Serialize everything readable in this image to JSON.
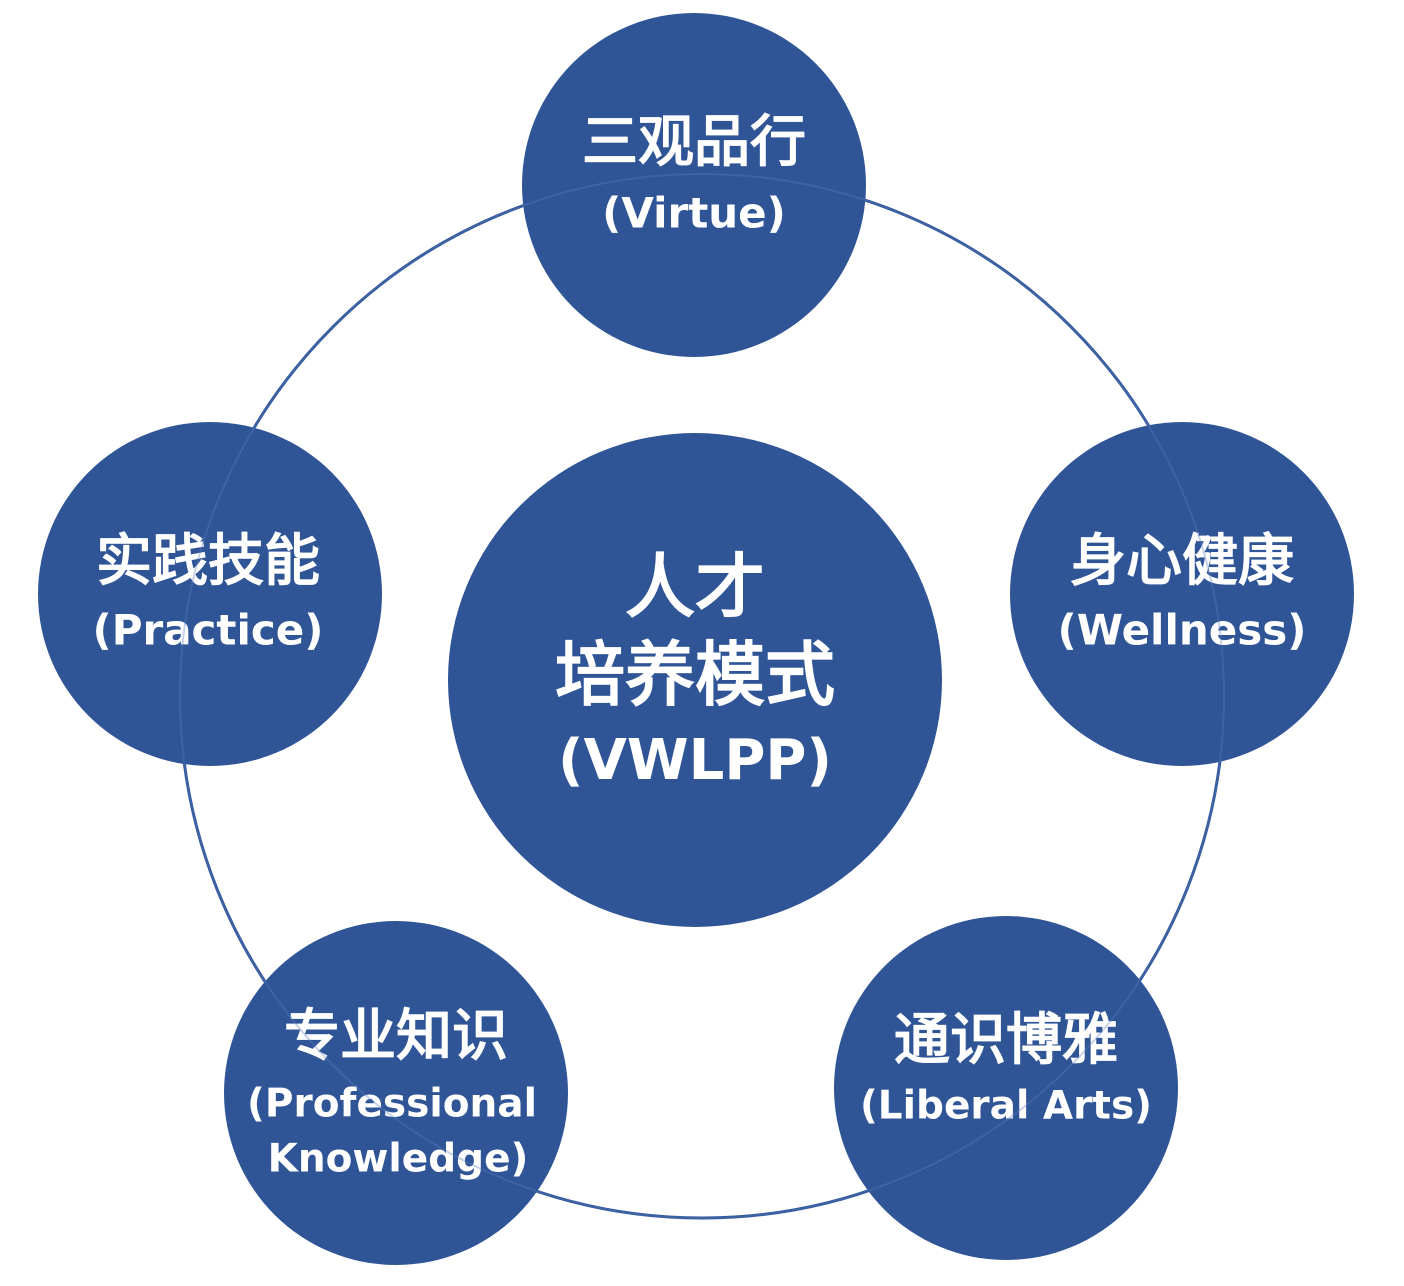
{
  "colors": {
    "node_fill": "#2F5597",
    "ring_stroke": "#2F5597",
    "text": "#FFFFFF",
    "background": "#FFFFFF"
  },
  "center": {
    "line1": "人才",
    "line2": "培养模式",
    "line3": "(VWLPP)"
  },
  "nodes": {
    "virtue": {
      "cn": "三观品行",
      "en": "(Virtue)"
    },
    "wellness": {
      "cn": "身心健康",
      "en": "(Wellness)"
    },
    "liberal_arts": {
      "cn": "通识博雅",
      "en": "(Liberal Arts)"
    },
    "professional": {
      "cn": "专业知识",
      "en_line1": "(Professional",
      "en_line2": "Knowledge)"
    },
    "practice": {
      "cn": "实践技能",
      "en": "(Practice)"
    }
  }
}
